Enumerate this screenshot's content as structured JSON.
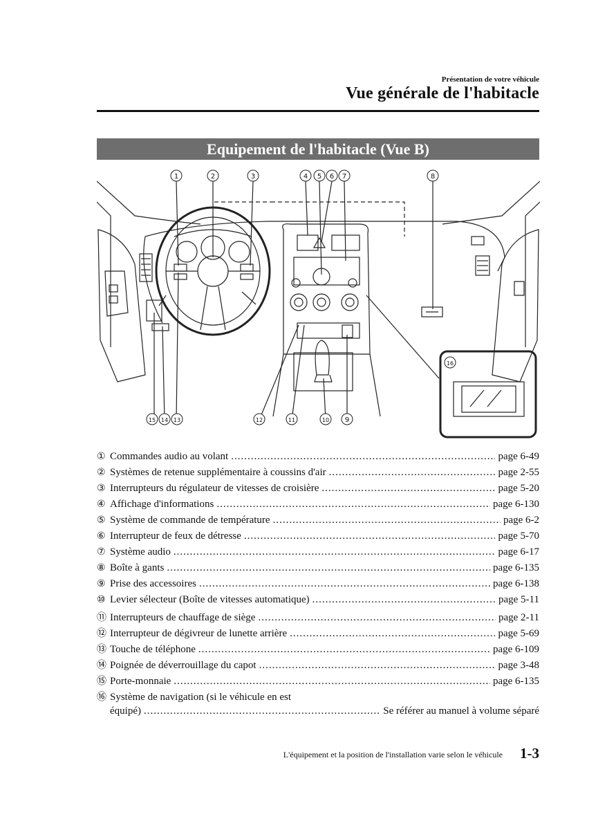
{
  "header": {
    "chapter": "Présentation de votre véhicule",
    "title": "Vue générale de l'habitacle"
  },
  "banner": "Equipement de l'habitacle (Vue B)",
  "figure": {
    "callouts": [
      "①",
      "②",
      "③",
      "④",
      "⑤",
      "⑥",
      "⑦",
      "⑧",
      "⑨",
      "⑩",
      "⑪",
      "⑫",
      "⑬",
      "⑭",
      "⑮",
      "⑯"
    ]
  },
  "legend": [
    {
      "num": "①",
      "label": "Commandes audio au volant",
      "ref": "page 6-49"
    },
    {
      "num": "②",
      "label": "Systèmes de retenue supplémentaire à coussins d'air",
      "ref": "page 2-55"
    },
    {
      "num": "③",
      "label": "Interrupteurs du régulateur de vitesses de croisière",
      "ref": "page 5-20"
    },
    {
      "num": "④",
      "label": "Affichage d'informations",
      "ref": "page 6-130"
    },
    {
      "num": "⑤",
      "label": "Système de commande de température",
      "ref": "page 6-2"
    },
    {
      "num": "⑥",
      "label": "Interrupteur de feux de détresse",
      "ref": "page 5-70"
    },
    {
      "num": "⑦",
      "label": "Système audio",
      "ref": "page 6-17"
    },
    {
      "num": "⑧",
      "label": "Boîte à gants",
      "ref": "page 6-135"
    },
    {
      "num": "⑨",
      "label": "Prise des accessoires",
      "ref": "page 6-138"
    },
    {
      "num": "⑩",
      "label": "Levier sélecteur (Boîte de vitesses automatique)",
      "ref": "page 5-11"
    },
    {
      "num": "⑪",
      "label": "Interrupteurs de chauffage de siège",
      "ref": "page 2-11"
    },
    {
      "num": "⑫",
      "label": "Interrupteur de dégivreur de lunette arrière",
      "ref": "page 5-69"
    },
    {
      "num": "⑬",
      "label": "Touche de téléphone",
      "ref": "page 6-109"
    },
    {
      "num": "⑭",
      "label": "Poignée de déverrouillage du capot",
      "ref": "page 3-48"
    },
    {
      "num": "⑮",
      "label": "Porte-monnaie",
      "ref": "page 6-135"
    }
  ],
  "legend_last": {
    "num": "⑯",
    "line1": "Système de navigation (si le véhicule en est",
    "line2": "équipé)",
    "ref": "Se référer au manuel à volume séparé"
  },
  "footer": {
    "note": "L'équipement et la position de l'installation varie selon le véhicule",
    "page": "1-3"
  }
}
